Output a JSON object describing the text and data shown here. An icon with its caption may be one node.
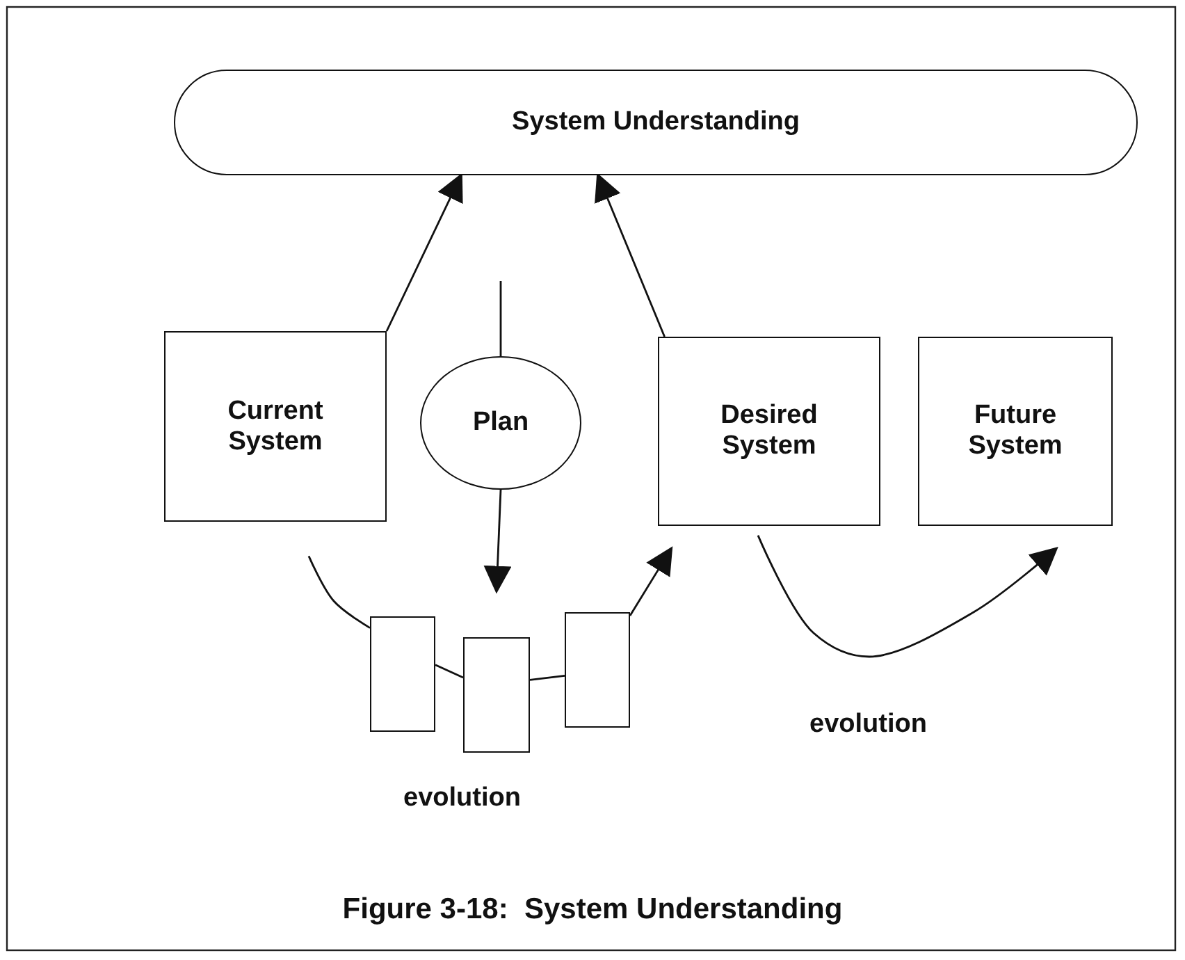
{
  "diagram": {
    "caption": "Figure 3-18:  System Understanding",
    "nodes": [
      {
        "text": [
          "System Understanding"
        ]
      },
      {
        "text": [
          "Current System"
        ]
      },
      {
        "text": [
          "Plan"
        ]
      },
      {
        "text": [
          "Desired System"
        ]
      },
      {
        "text": [
          "Future System"
        ]
      },
      {
        "text": [],
        "shape": "box"
      },
      {
        "text": [],
        "shape": "box"
      },
      {
        "text": [],
        "shape": "box"
      }
    ],
    "edges": [
      {
        "from": 1,
        "to": 0,
        "arrow": "to"
      },
      {
        "from": 3,
        "to": 0,
        "arrow": "to"
      },
      {
        "from": null,
        "to": 2,
        "arrow": "none"
      },
      {
        "from": 2,
        "to": 6,
        "arrow": "to"
      },
      {
        "from": 1,
        "to": 5,
        "arrow": "none"
      },
      {
        "from": 5,
        "to": 6,
        "arrow": "none"
      },
      {
        "from": 6,
        "to": 7,
        "arrow": "none"
      },
      {
        "from": 7,
        "to": 3,
        "arrow": "to"
      },
      {
        "from": 3,
        "to": 4,
        "arrow": "to"
      }
    ],
    "labels": [
      "evolution",
      "evolution"
    ]
  }
}
